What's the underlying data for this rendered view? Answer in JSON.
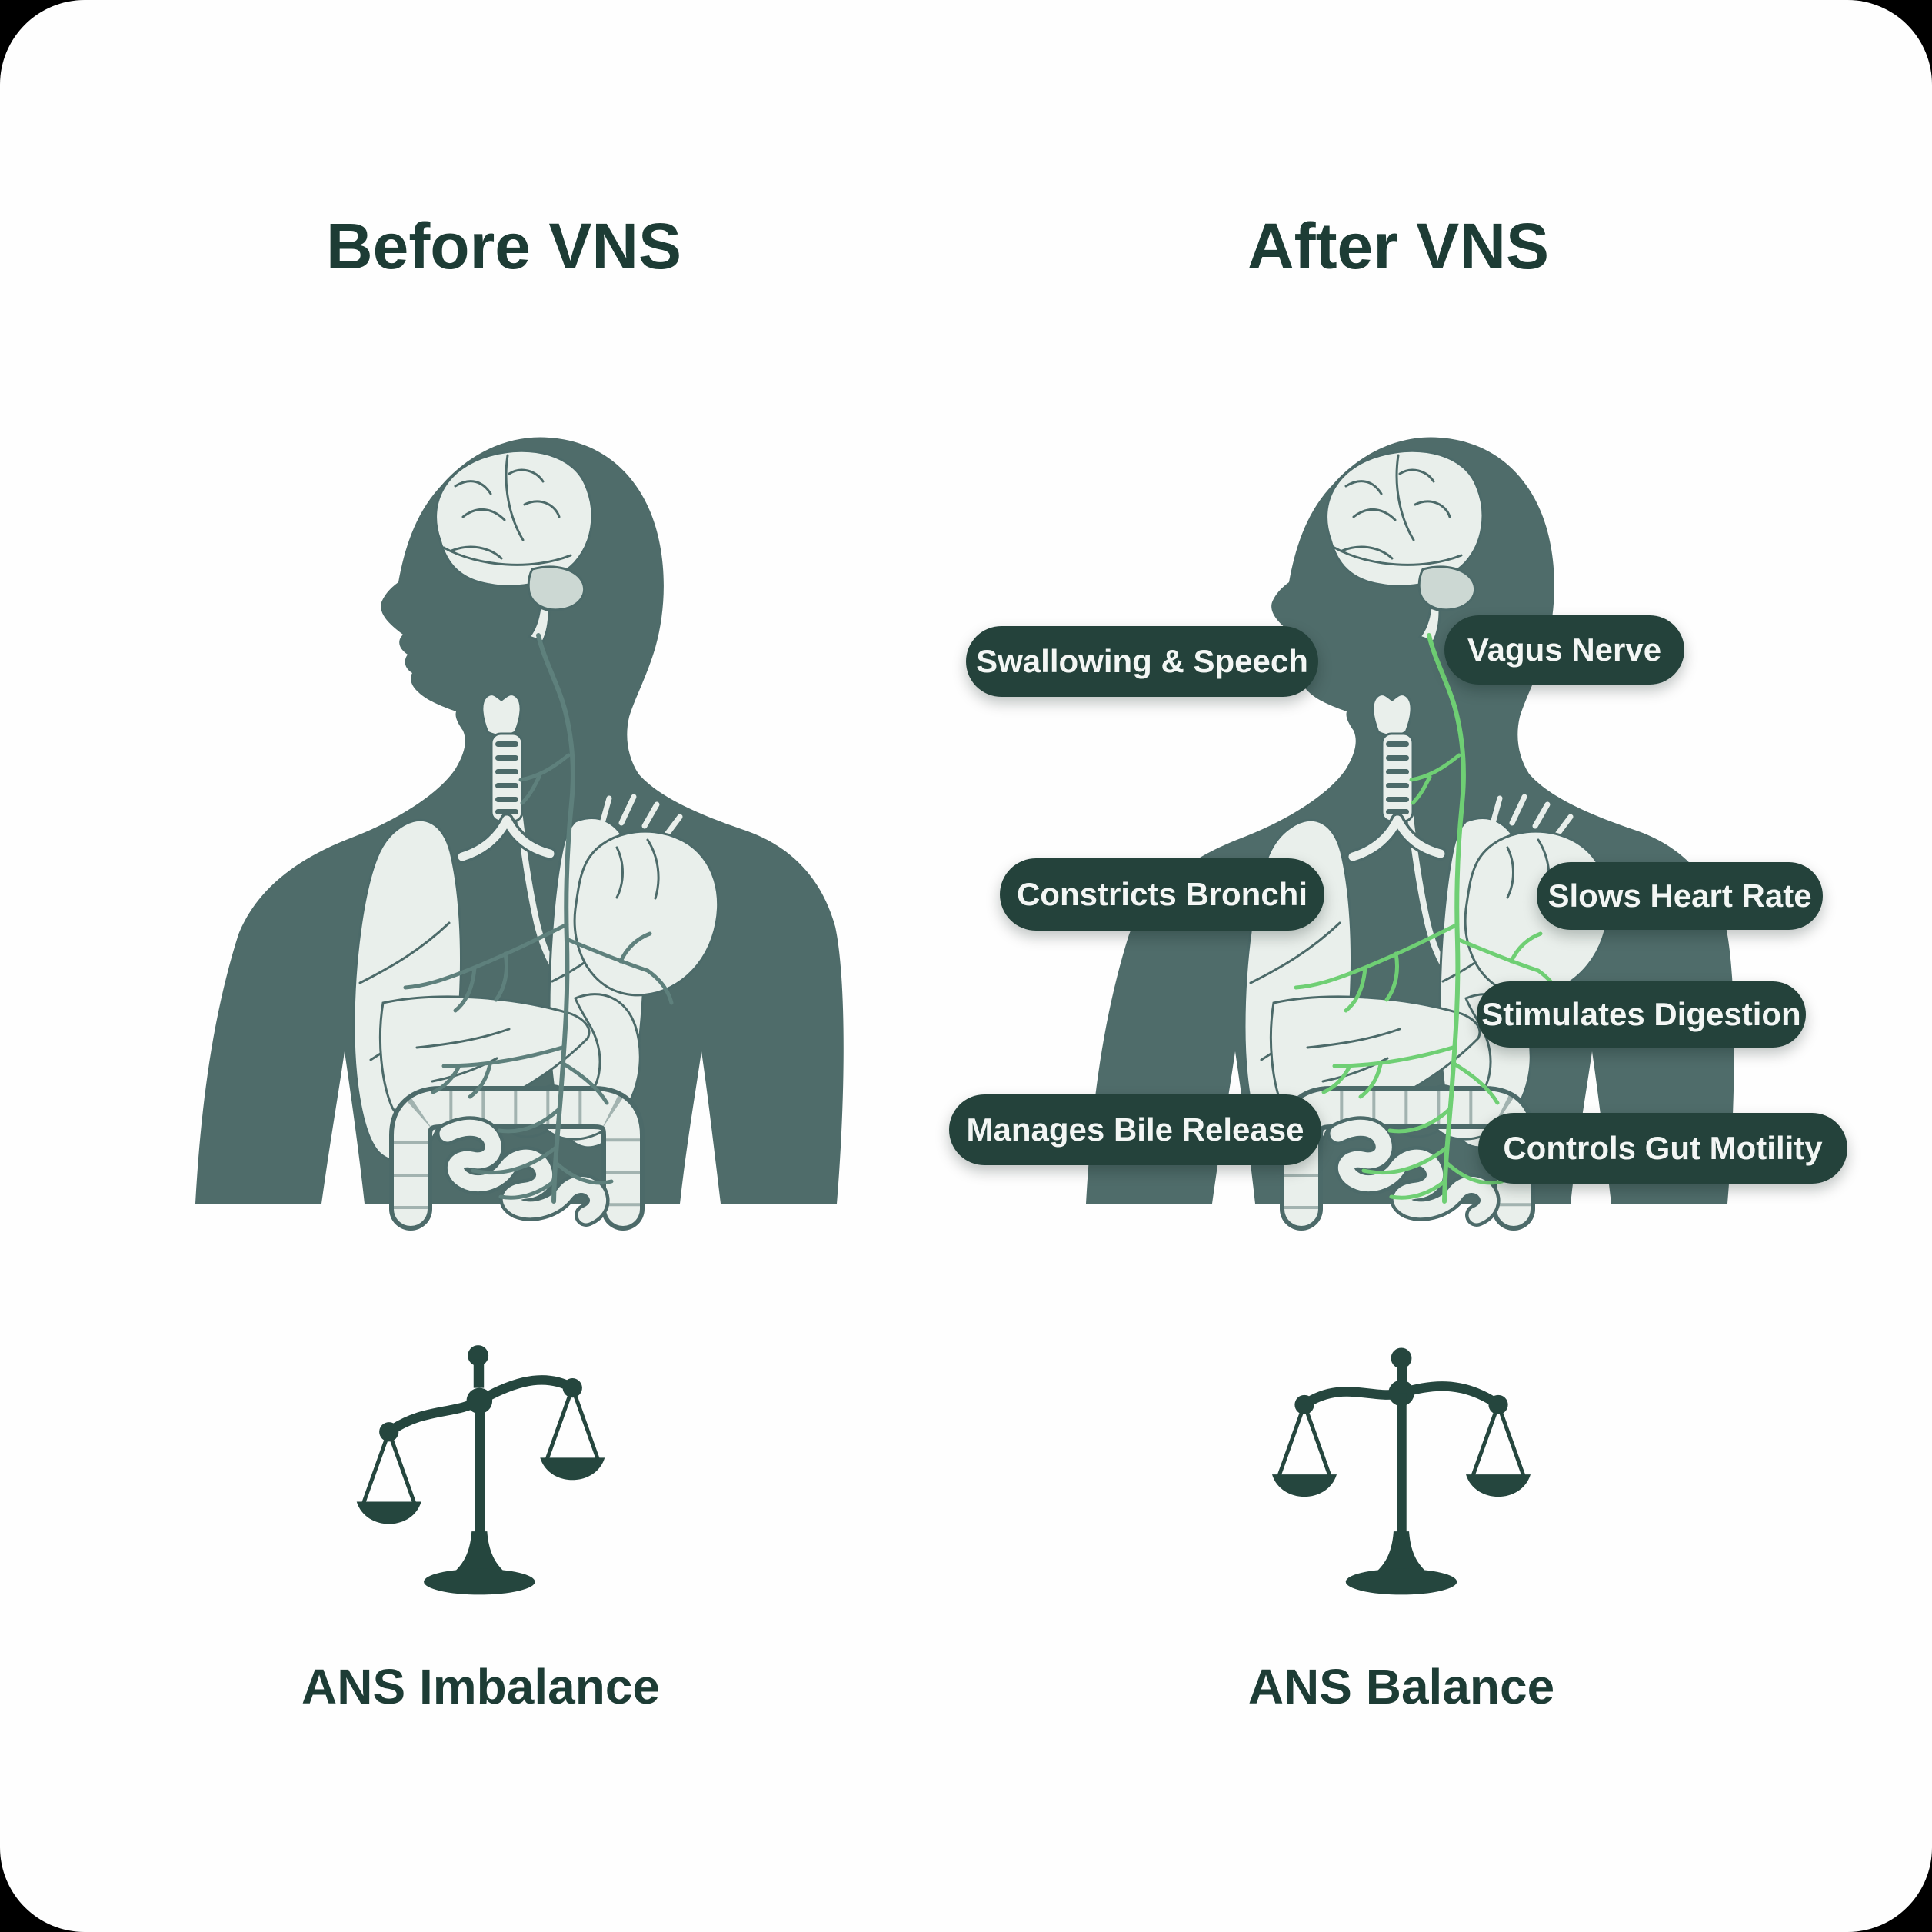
{
  "panels": {
    "left": {
      "title": "Before VNS",
      "caption": "ANS Imbalance",
      "scale_state": "imbalanced"
    },
    "right": {
      "title": "After VNS",
      "caption": "ANS Balance",
      "scale_state": "balanced"
    }
  },
  "annotations": [
    {
      "id": "swallowing-speech",
      "text": "Swallowing & Speech"
    },
    {
      "id": "vagus-nerve",
      "text": "Vagus Nerve"
    },
    {
      "id": "constricts-bronchi",
      "text": "Constricts Bronchi"
    },
    {
      "id": "slows-heart-rate",
      "text": "Slows Heart Rate"
    },
    {
      "id": "stimulates-digestion",
      "text": "Stimulates Digestion"
    },
    {
      "id": "manages-bile-release",
      "text": "Manages Bile Release"
    },
    {
      "id": "controls-gut-motility",
      "text": "Controls Gut Motility"
    }
  ],
  "colors": {
    "background": "#fefefe",
    "page_corner": "#000000",
    "heading_text": "#1d3c35",
    "body_silhouette": "#4f6c6a",
    "organ_light": "#e9efeb",
    "organ_outline": "#4c6a69",
    "nerve_teal_before": "#5e807c",
    "nerve_green_after": "#6fcf74",
    "pill_background": "#24423b",
    "pill_text": "#f3f6f4",
    "scale_icon": "#25463e"
  }
}
